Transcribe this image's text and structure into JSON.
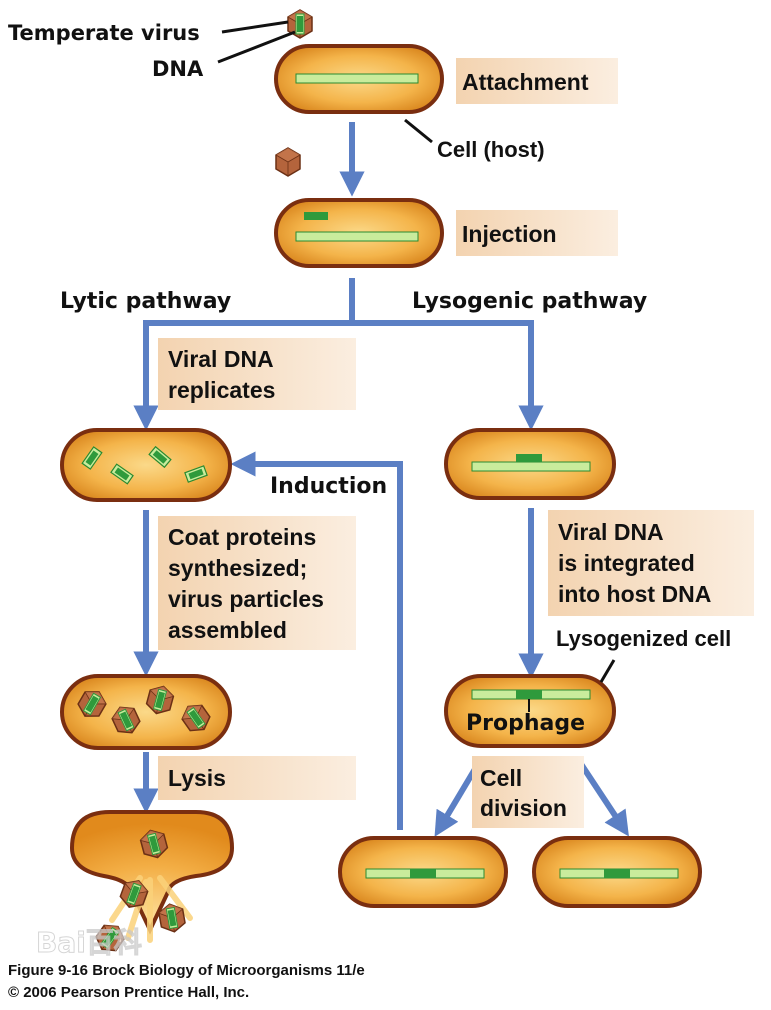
{
  "labels": {
    "temperate_virus": "Temperate virus",
    "dna": "DNA",
    "cell_host": "Cell (host)",
    "lytic_pathway": "Lytic pathway",
    "lysogenic_pathway": "Lysogenic pathway",
    "induction": "Induction",
    "lysogenized_cell": "Lysogenized cell",
    "prophage": "Prophage"
  },
  "steps": {
    "attachment": "Attachment",
    "injection": "Injection",
    "viral_dna_replicates": [
      "Viral DNA",
      "replicates"
    ],
    "coat_proteins": [
      "Coat proteins",
      "synthesized;",
      "virus particles",
      "assembled"
    ],
    "lysis": "Lysis",
    "viral_dna_integrated": [
      "Viral DNA",
      "is integrated",
      "into host DNA"
    ],
    "cell_division": [
      "Cell",
      "division"
    ]
  },
  "caption": {
    "line1": "Figure 9-16  Brock Biology of Microorganisms 11/e",
    "line2": "© 2006 Pearson Prentice Hall, Inc."
  },
  "watermark": "Bai百科",
  "colors": {
    "arrow": "#5b7fc4",
    "cell_outline": "#7a2e10",
    "cell_fill_center": "#f7c35a",
    "cell_fill_edge": "#d67e10",
    "dna_light": "#c9ec9c",
    "dna_dark": "#2f9a3c",
    "virus": "#b4643c",
    "step_box": "#f6ddc0"
  }
}
